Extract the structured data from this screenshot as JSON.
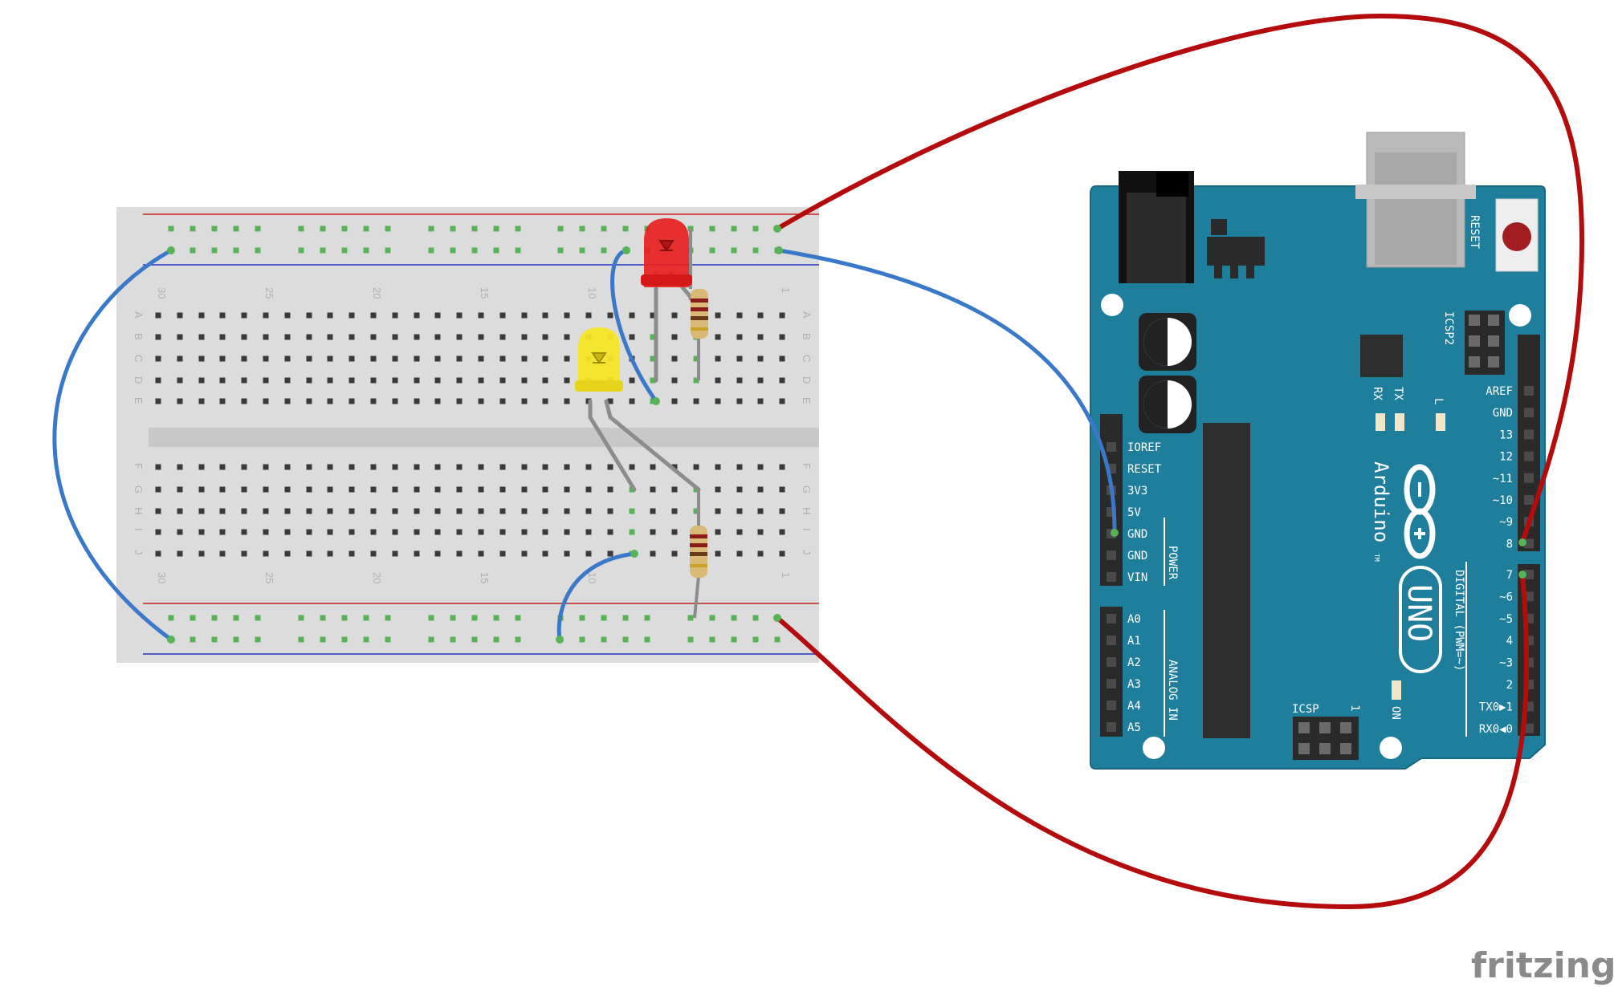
{
  "colors": {
    "breadboard": "#dcdcdc",
    "breadboard_channel": "#c8c8c8",
    "rail_red": "#cc2222",
    "rail_blue": "#2233bb",
    "hole": "#3a3a3a",
    "hole_connected": "#56b356",
    "board_teal": "#1f7e9c",
    "board_edge": "#17677f",
    "wire_red": "#b40c0c",
    "wire_blue": "#3a79c9",
    "led_red": "#e81f1f",
    "led_yellow": "#f4e526",
    "leg_grey": "#8c8c8c",
    "header_black": "#2a2a2a",
    "usb_grey": "#b9b9b9",
    "white": "#ffffff"
  },
  "breadboard": {
    "column_numbers": [
      "30",
      "25",
      "20",
      "15",
      "10",
      "1"
    ],
    "row_letters_top": [
      "A",
      "B",
      "C",
      "D",
      "E"
    ],
    "row_letters_bottom": [
      "F",
      "G",
      "H",
      "I",
      "J"
    ]
  },
  "arduino": {
    "reset_label": "RESET",
    "icsp2_label": "ICSP2",
    "icsp_label": "ICSP",
    "icsp_pin1": "1",
    "tx_label": "TX",
    "rx_label": "RX",
    "l_label": "L",
    "on_label": "ON",
    "brand": "Arduino",
    "brand_tm": "TM",
    "model": "UNO",
    "power_header_label": "POWER",
    "analog_header_label": "ANALOG IN",
    "digital_header_label": "DIGITAL (PWM=~)",
    "power_pins": [
      "IOREF",
      "RESET",
      "3V3",
      "5V",
      "GND",
      "GND",
      "VIN"
    ],
    "analog_pins": [
      "A0",
      "A1",
      "A2",
      "A3",
      "A4",
      "A5"
    ],
    "digital_top_pins": [
      "AREF",
      "GND",
      "13",
      "12",
      "~11",
      "~10",
      "~9",
      "8"
    ],
    "digital_bottom_pins": [
      "7",
      "~6",
      "~5",
      "4",
      "~3",
      "2",
      "TX0▶1",
      "RX0◀0"
    ]
  },
  "watermark": "fritzing"
}
